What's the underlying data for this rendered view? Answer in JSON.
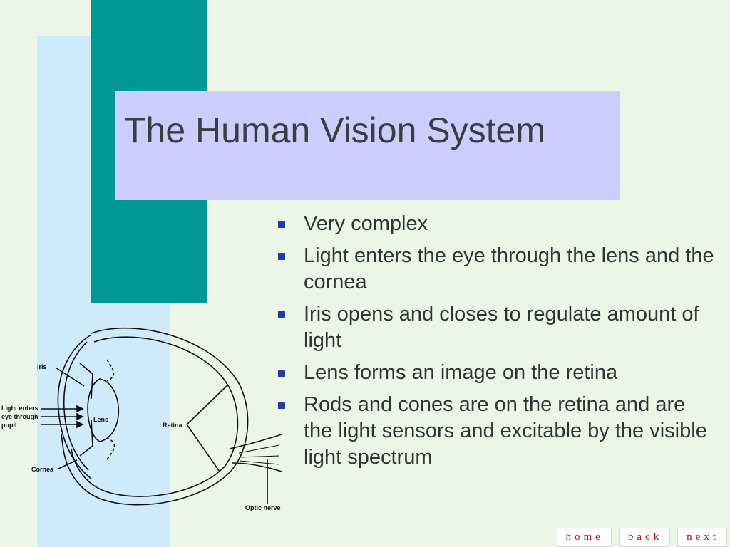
{
  "slide": {
    "title": "The Human Vision System",
    "bullets": [
      "Very complex",
      "Light enters the eye through the lens and the cornea",
      "Iris opens and closes to regulate amount of light",
      "Lens forms an image on the retina",
      "Rods and cones are on the retina and are the light sensors and excitable by the visible light spectrum"
    ]
  },
  "diagram": {
    "labels": {
      "iris": "Iris",
      "light_line1": "Light enters",
      "light_line2": "eye through",
      "light_line3": "pupil",
      "lens": "Lens",
      "retina": "Retina",
      "cornea": "Cornea",
      "optic_nerve": "Optic nerve"
    }
  },
  "nav": {
    "home": "home",
    "back": "back",
    "next": "next"
  },
  "colors": {
    "background": "#ebf6e7",
    "teal_bar": "#009895",
    "light_blue_bar": "#cfeafa",
    "title_box": "#ccccff",
    "bullet": "#233e9a",
    "nav_text": "#cc0000"
  }
}
